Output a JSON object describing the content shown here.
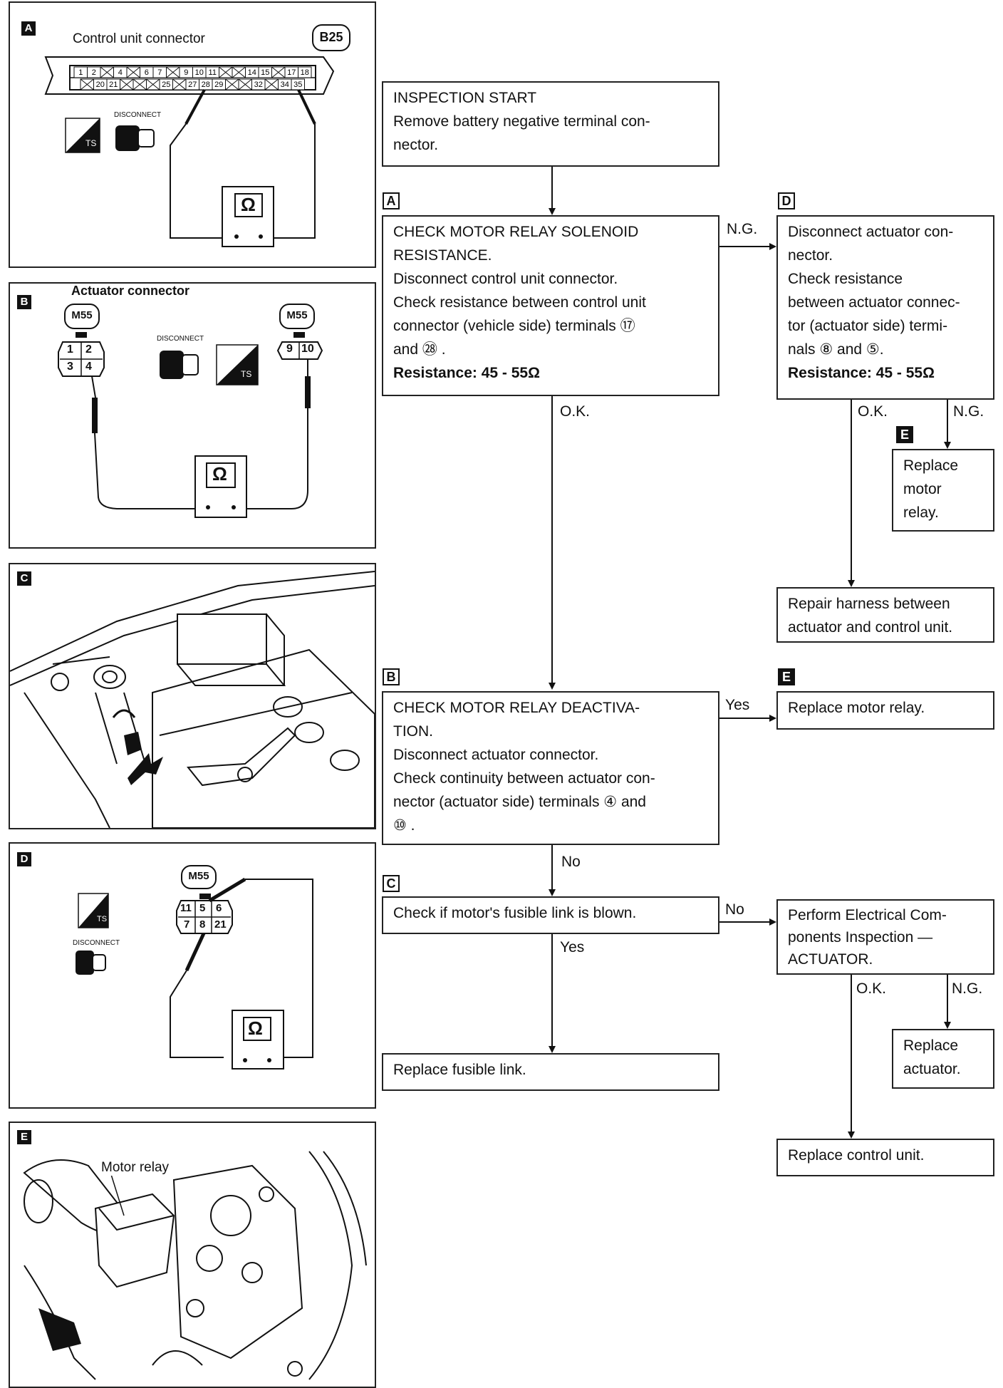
{
  "panels": {
    "A": {
      "tag": "A",
      "title": "Control unit connector",
      "code": "B25",
      "row1": [
        "1",
        "2",
        "",
        "4",
        "",
        "6",
        "7",
        "",
        "9",
        "10",
        "11",
        "",
        "",
        "14",
        "15",
        "",
        "17",
        "18"
      ],
      "row2": [
        "",
        "20",
        "21",
        "",
        "",
        "",
        "25",
        "",
        "27",
        "28",
        "29",
        "",
        "",
        "32",
        "",
        "34",
        "35"
      ],
      "disconnect": "DISCONNECT",
      "ts": "TS",
      "meter": "Ω"
    },
    "B": {
      "tag": "B",
      "title": "Actuator connector",
      "code_left": "M55",
      "code_right": "M55",
      "left_top": [
        "1",
        "2"
      ],
      "left_bottom": [
        "3",
        "4"
      ],
      "right_pins": [
        "9",
        "10"
      ],
      "disconnect": "DISCONNECT",
      "ts": "TS",
      "meter": "Ω"
    },
    "C": {
      "tag": "C"
    },
    "D": {
      "tag": "D",
      "code": "M55",
      "top_row": [
        "11",
        "5",
        "6"
      ],
      "bottom_row": [
        "7",
        "8",
        "21"
      ],
      "ts": "TS",
      "disconnect": "DISCONNECT",
      "meter": "Ω"
    },
    "E": {
      "tag": "E",
      "label": "Motor relay"
    }
  },
  "flow": {
    "start": [
      "INSPECTION START",
      "Remove battery negative terminal con-",
      "nector."
    ],
    "a": {
      "tag": "A",
      "lines": [
        "CHECK MOTOR RELAY SOLENOID",
        "RESISTANCE.",
        "Disconnect control unit connector.",
        "Check resistance between control unit",
        "connector (vehicle side) terminals ⑰",
        "and ㉘ ."
      ],
      "spec": "Resistance: 45 - 55Ω"
    },
    "d": {
      "tag": "D",
      "lines": [
        "Disconnect actuator con-",
        "nector.",
        "Check resistance",
        "between actuator connec-",
        "tor (actuator side) termi-",
        "nals ⑧ and ⑤."
      ],
      "spec": "Resistance: 45 - 55Ω"
    },
    "e_relay": {
      "tag": "E",
      "lines": [
        "Replace",
        "motor",
        "relay."
      ]
    },
    "repair_harness": [
      "Repair harness between",
      "actuator and control unit."
    ],
    "b": {
      "tag": "B",
      "lines": [
        "CHECK MOTOR RELAY DEACTIVA-",
        "TION.",
        "Disconnect actuator connector.",
        "Check continuity between actuator con-",
        "nector (actuator side) terminals ④ and",
        "⑩ ."
      ]
    },
    "e_replace": {
      "tag": "E",
      "lines": [
        "Replace motor relay."
      ]
    },
    "c": {
      "tag": "C",
      "lines": [
        "Check if motor's fusible link is blown."
      ]
    },
    "perform": [
      "Perform Electrical Com-",
      "ponents Inspection —",
      "ACTUATOR."
    ],
    "replace_fusible": [
      "Replace fusible link."
    ],
    "replace_actuator": [
      "Replace",
      "actuator."
    ],
    "replace_control": [
      "Replace control unit."
    ],
    "labels": {
      "ng1": "N.G.",
      "ok_a": "O.K.",
      "ok_d": "O.K.",
      "ng_d": "N.G.",
      "yes_b": "Yes",
      "no_b": "No",
      "no_c": "No",
      "yes_c": "Yes",
      "ok_p": "O.K.",
      "ng_p": "N.G."
    }
  }
}
